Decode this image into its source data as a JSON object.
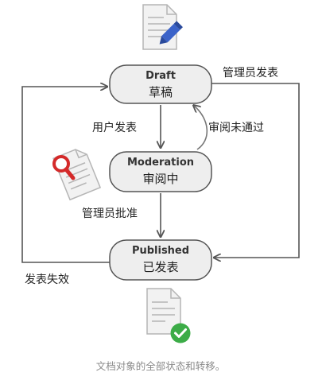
{
  "states": {
    "draft": {
      "en": "Draft",
      "zh": "草稿"
    },
    "moderation": {
      "en": "Moderation",
      "zh": "审阅中"
    },
    "published": {
      "en": "Published",
      "zh": "已发表"
    }
  },
  "transitions": {
    "user_publish": "用户发表",
    "review_rejected": "审阅未通过",
    "admin_approve": "管理员批准",
    "admin_publish": "管理员发表",
    "publish_expired": "发表失效"
  },
  "icons": {
    "draft_doc": "document-pencil-icon",
    "moderation_doc": "document-magnifier-icon",
    "published_doc": "document-check-icon"
  },
  "colors": {
    "state_fill": "#eeeeee",
    "state_border": "#555555",
    "arrow": "#555555",
    "pencil": "#3b63c9",
    "magnifier": "#d42a2a",
    "check": "#3cac47"
  },
  "caption": "文档对象的全部状态和转移。"
}
